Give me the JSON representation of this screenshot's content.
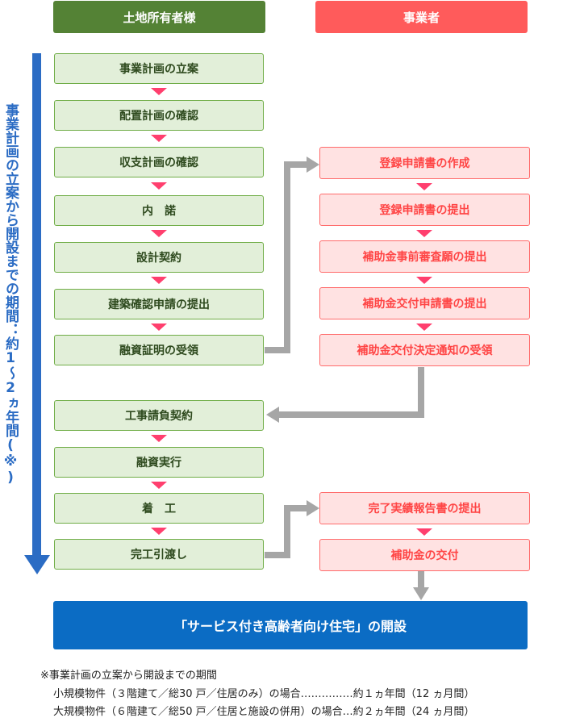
{
  "headers": {
    "owner": "土地所有者様",
    "business": "事業者"
  },
  "side_label": "事業計画の立案から開設までの期間：約1～2ヵ年間(※)",
  "owner_steps": [
    "事業計画の立案",
    "配置計画の確認",
    "収支計画の確認",
    "内　諾",
    "設計契約",
    "建築確認申請の提出",
    "融資証明の受領",
    "工事請負契約",
    "融資実行",
    "着　工",
    "完工引渡し"
  ],
  "business_steps": [
    "登録申請書の作成",
    "登録申請書の提出",
    "補助金事前審査願の提出",
    "補助金交付申請書の提出",
    "補助金交付決定通知の受領",
    "完了実績報告書の提出",
    "補助金の交付"
  ],
  "final": "「サービス付き高齢者向け住宅」の開設",
  "notes": {
    "title": "※事業計画の立案から開設までの期間",
    "small": "小規模物件（３階建て／総30 戸／住居のみ）の場合……………約１ヵ年間（12 ヵ月間）",
    "large": "大規模物件（６階建て／総50 戸／住居と施設の併用）の場合…約２ヵ年間（24 ヵ月間）"
  },
  "colors": {
    "owner_header": "#548235",
    "business_header": "#ff5b5b",
    "owner_box_fill": "#e2efd9",
    "business_box_fill": "#ffe2e2",
    "step_arrow": "#ff3f6e",
    "timeline": "#2b6cc4",
    "final_box": "#0b6cc4",
    "connector": "#a6a6a6"
  }
}
